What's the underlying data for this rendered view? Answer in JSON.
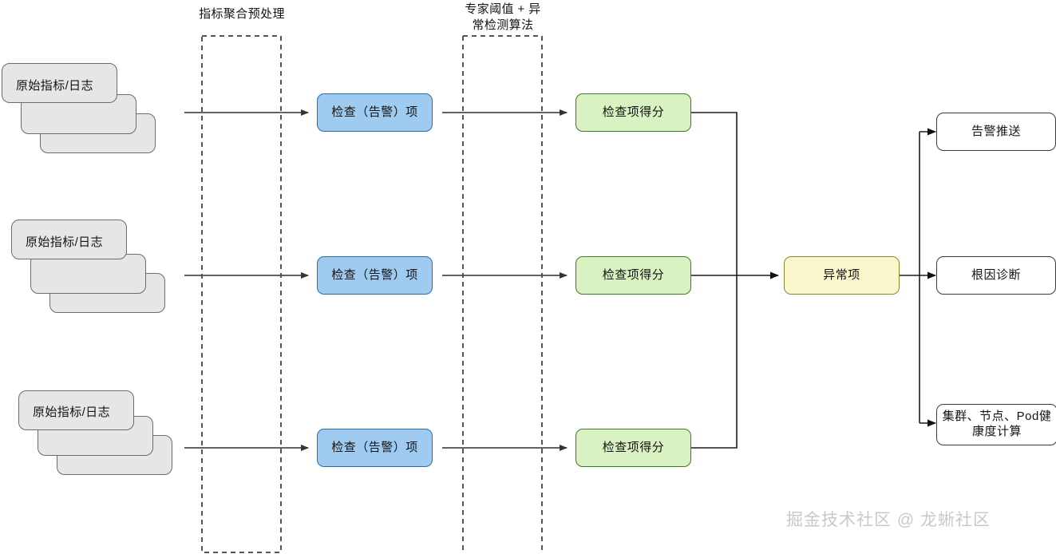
{
  "diagram": {
    "title_watermark": "掘金技术社区 @ 龙蜥社区",
    "phases": [
      {
        "label_line1": "指标聚合预处理",
        "label_line2": ""
      },
      {
        "label_line1": "专家阈值 + 异",
        "label_line2": "常检测算法"
      }
    ],
    "sources": [
      {
        "label": "原始指标/日志"
      },
      {
        "label": "原始指标/日志"
      },
      {
        "label": "原始指标/日志"
      }
    ],
    "check_items": [
      {
        "label": "检查（告警）项"
      },
      {
        "label": "检查（告警）项"
      },
      {
        "label": "检查（告警）项"
      }
    ],
    "scores": [
      {
        "label": "检查项得分"
      },
      {
        "label": "检查项得分"
      },
      {
        "label": "检查项得分"
      }
    ],
    "aggregate": {
      "label": "异常项"
    },
    "outputs": [
      {
        "label": "告警推送"
      },
      {
        "label": "根因诊断"
      },
      {
        "label": "集群、节点、Pod健康度计算"
      }
    ],
    "colors": {
      "source_fill": "#e6e6e6",
      "source_stroke": "#6b6b6b",
      "check_fill": "#9ecbef",
      "check_stroke": "#2a6ea8",
      "score_fill": "#d9f2c2",
      "score_stroke": "#3f7a25",
      "aggregate_fill": "#fbf7cc",
      "aggregate_stroke": "#8c8527",
      "output_fill": "#ffffff",
      "output_stroke": "#3a3a3a",
      "connector": "#4d4d4d",
      "watermark": "#c9c9c9",
      "background": "#ffffff"
    }
  }
}
